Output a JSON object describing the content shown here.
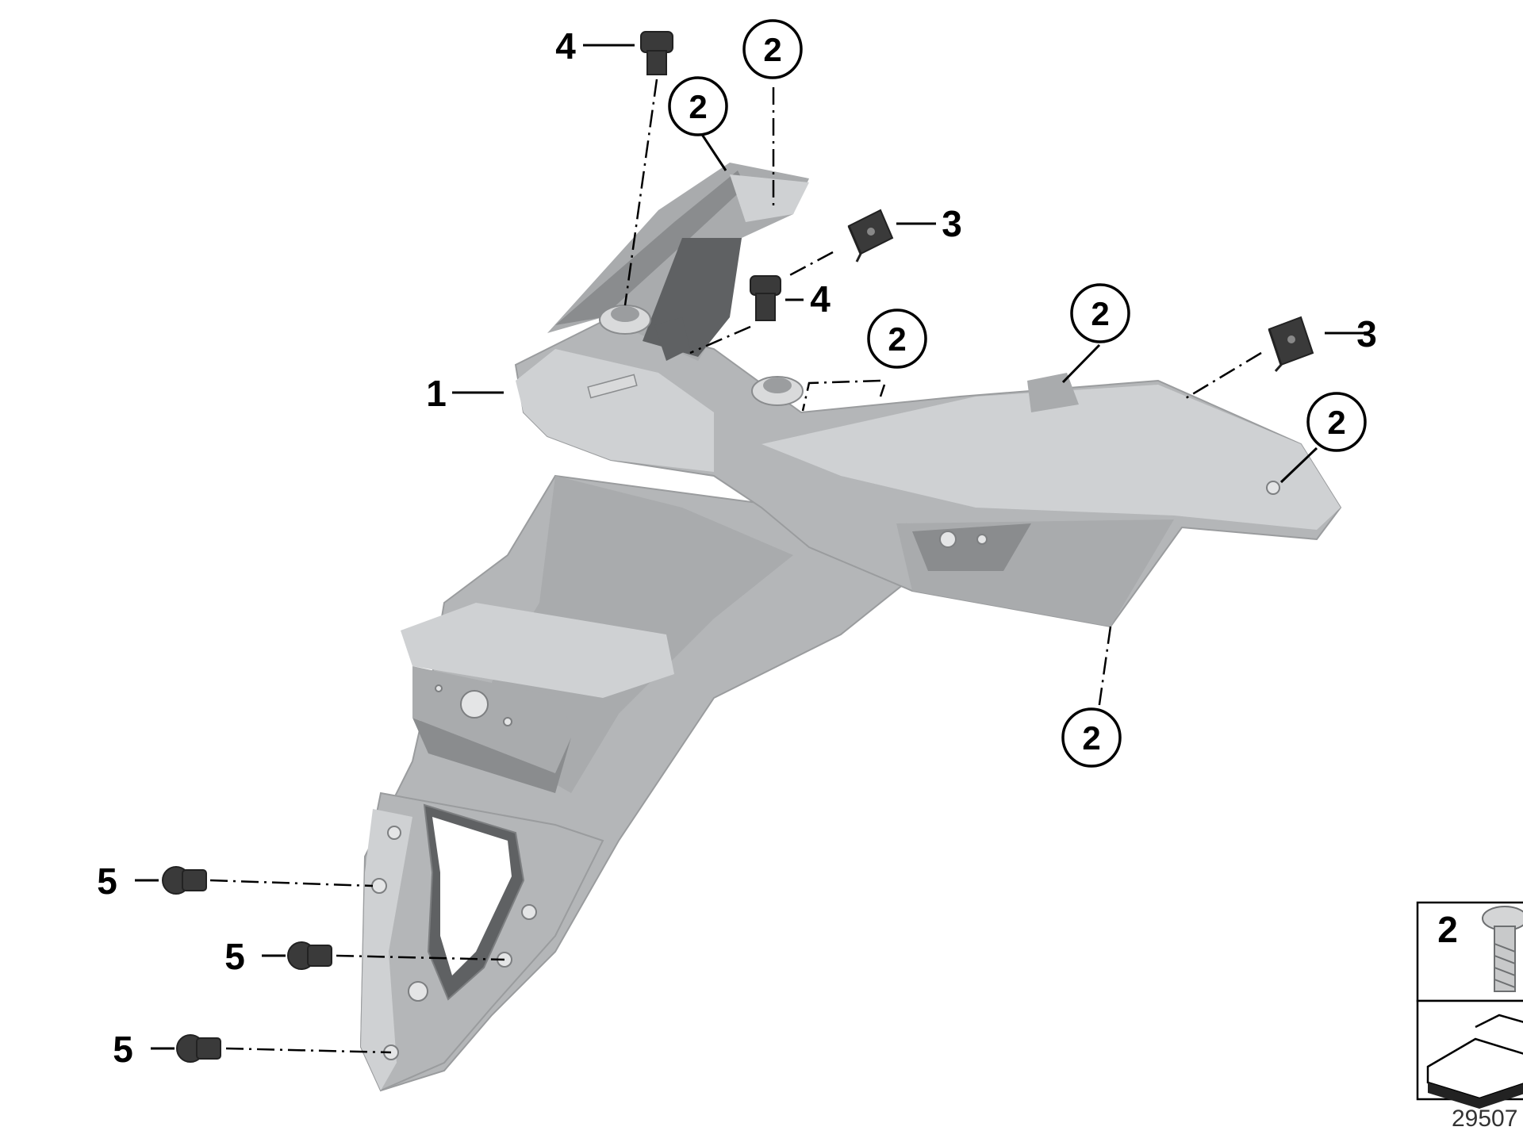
{
  "callouts": {
    "part_1": "1",
    "part_2": "2",
    "part_3": "3",
    "part_4": "4",
    "part_5": "5"
  },
  "legend": {
    "number": "2"
  },
  "document_number": "29507",
  "colors": {
    "part_fill": "#b4b6b8",
    "part_dark": "#5f6163",
    "hardware": "#3a3a3a",
    "line": "#000000"
  }
}
